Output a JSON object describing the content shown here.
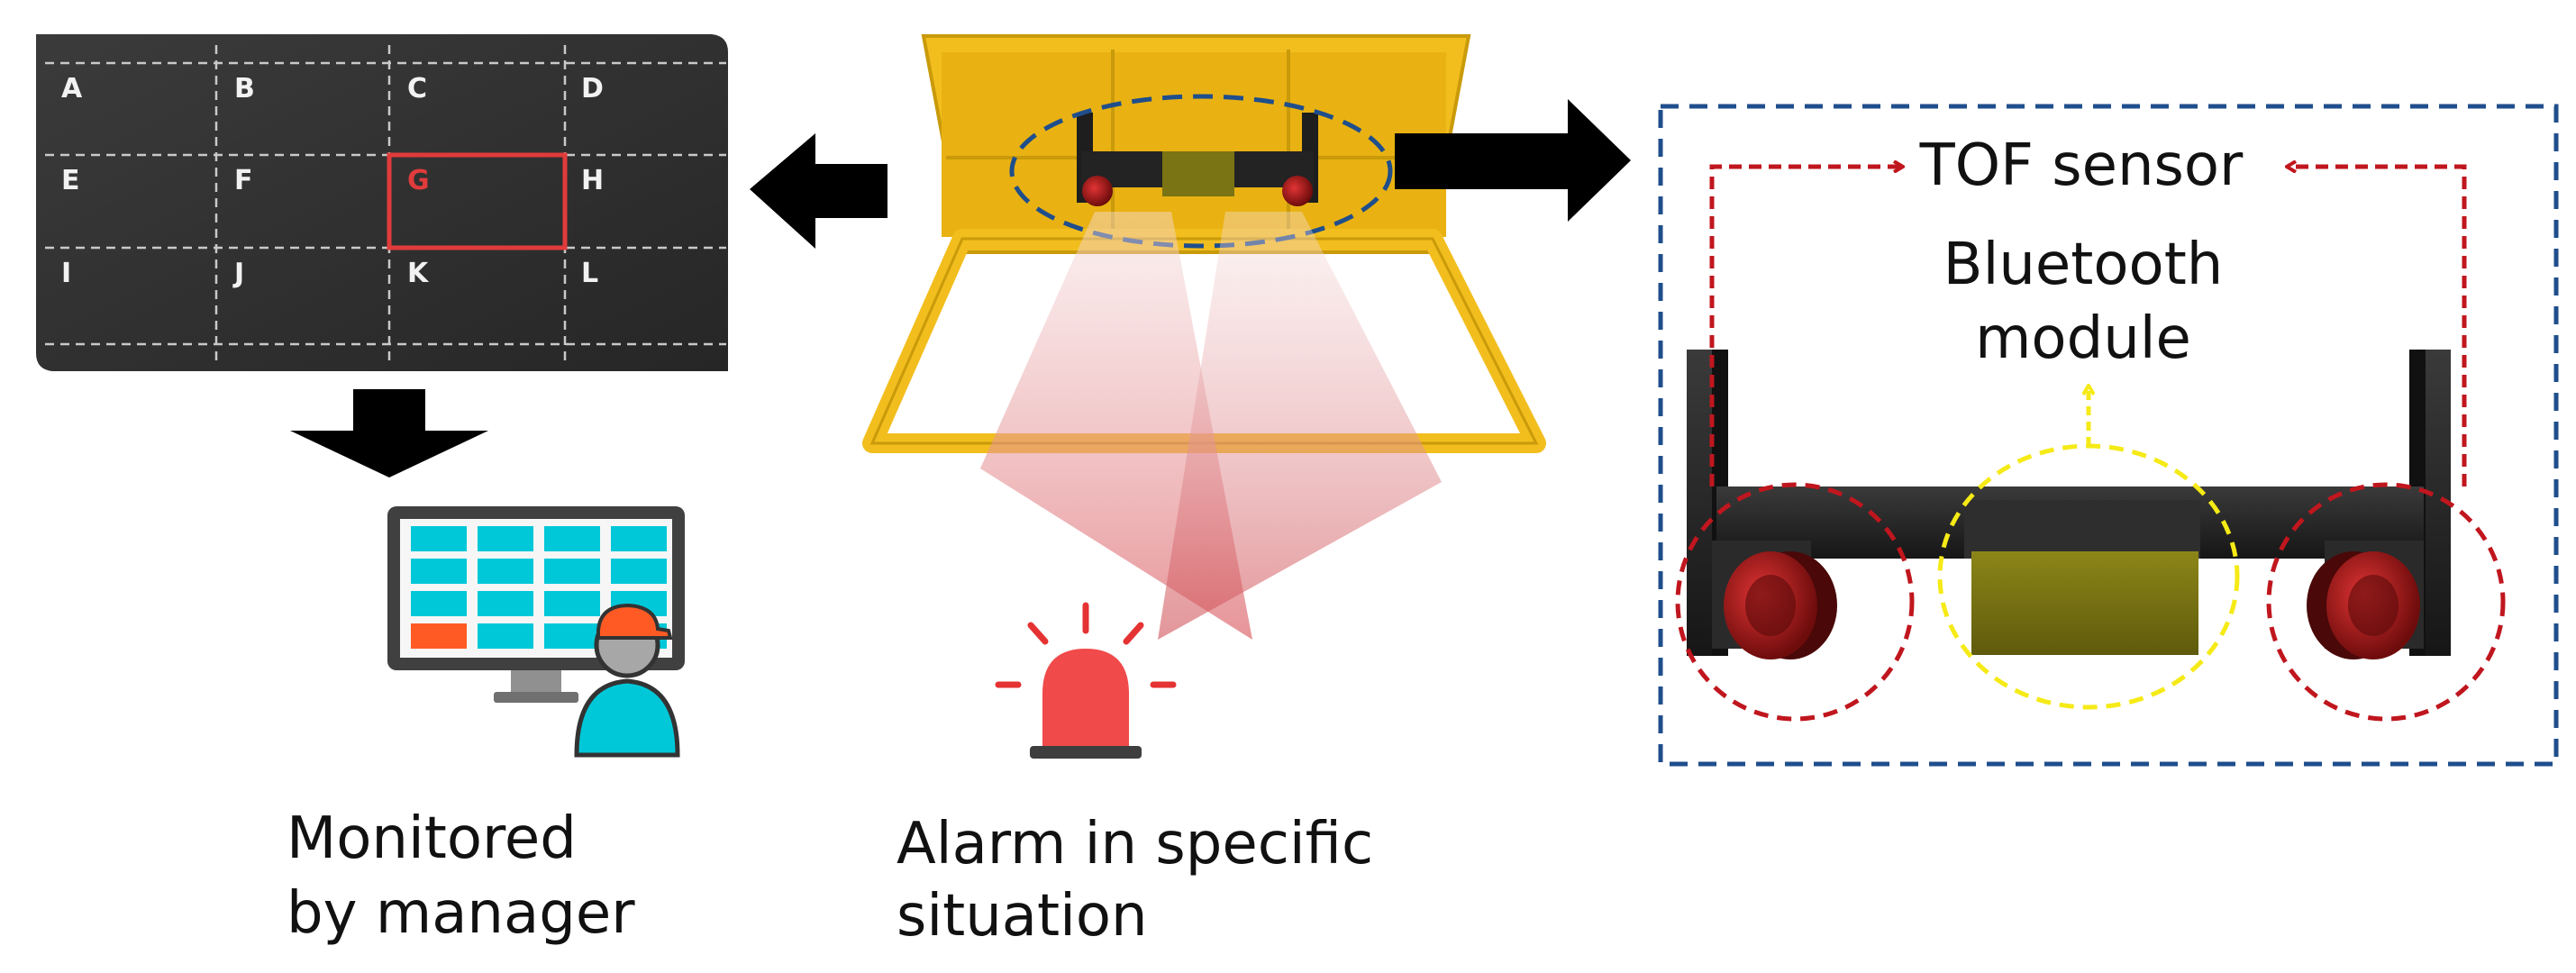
{
  "grid": {
    "cells": [
      "A",
      "B",
      "C",
      "D",
      "E",
      "F",
      "G",
      "H",
      "I",
      "J",
      "K",
      "L"
    ],
    "highlight_index": 6
  },
  "labels": {
    "monitored_line1": "Monitored",
    "monitored_line2": "by manager",
    "alarm_line1": "Alarm in specific",
    "alarm_line2": "situation",
    "tof_sensor": "TOF sensor",
    "bluetooth_line1": "Bluetooth",
    "bluetooth_line2": "module"
  },
  "colors": {
    "grid_bg": "#343434",
    "grid_line": "#c9c9c9",
    "highlight": "#e13b3b",
    "frame_yellow": "#f2be1e",
    "arrow": "#000000",
    "sensor_red": "#b31b1b",
    "module_olive": "#7a7414",
    "screen_cyan": "#00c8d8",
    "screen_orange": "#ff5a24",
    "blue_dash": "#1f4e8c",
    "red_dash": "#c0161e",
    "yellow_dash": "#f5ea16"
  },
  "icons": {
    "monitor": "monitor-with-operator-icon",
    "alarm": "siren-alarm-icon"
  }
}
